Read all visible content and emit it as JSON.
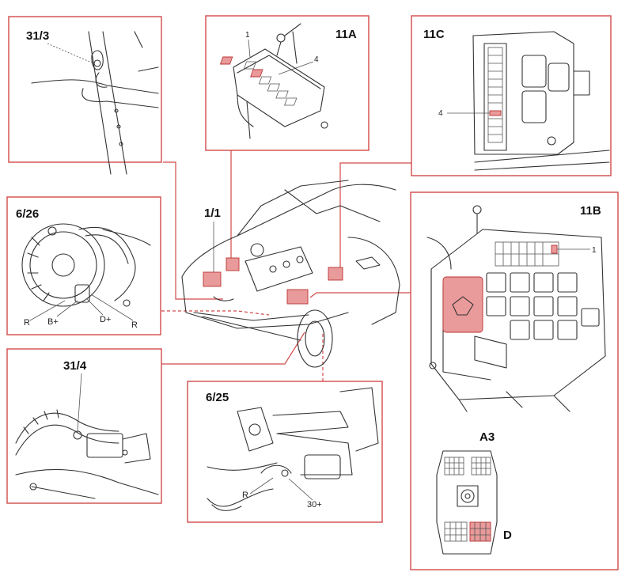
{
  "colors": {
    "frame": "#d24a4a",
    "highlight": "#e99a9a",
    "ink": "#333333"
  },
  "panels": {
    "p31_3": {
      "label": "31/3"
    },
    "p11a": {
      "label": "11A",
      "callouts": [
        "1",
        "4"
      ]
    },
    "p11c": {
      "label": "11C",
      "callouts": [
        "4"
      ]
    },
    "p6_26": {
      "label": "6/26",
      "callouts": [
        "R",
        "B+",
        "D+",
        "R"
      ]
    },
    "p11b": {
      "label": "11B",
      "callouts": [
        "1"
      ]
    },
    "p31_4": {
      "label": "31/4"
    },
    "p6_25": {
      "label": "6/25",
      "callouts": [
        "R",
        "30+"
      ]
    },
    "pA3": {
      "label": "A3",
      "sub_label": "D"
    }
  },
  "engine_bay": {
    "label": "1/1"
  }
}
